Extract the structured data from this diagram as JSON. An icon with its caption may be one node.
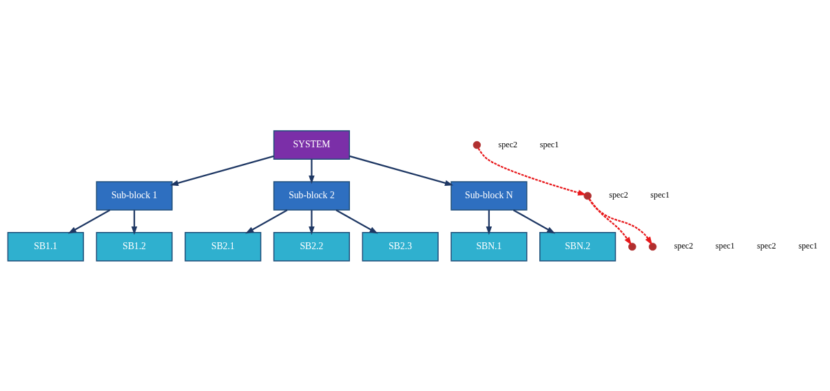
{
  "diagram": {
    "nodes": [
      {
        "text": [
          "SYSTEM"
        ]
      },
      {
        "text": [
          "Sub-block 1"
        ]
      },
      {
        "text": [
          "Sub-block 2"
        ]
      },
      {
        "text": [
          "Sub-block N"
        ]
      },
      {
        "text": [
          "SB1.1"
        ]
      },
      {
        "text": [
          "SB1.2"
        ]
      },
      {
        "text": [
          "SB2.1"
        ]
      },
      {
        "text": [
          "SB2.2"
        ]
      },
      {
        "text": [
          "SB2.3"
        ]
      },
      {
        "text": [
          "SBN.1"
        ]
      },
      {
        "text": [
          "SBN.2"
        ]
      },
      {
        "text": [],
        "shape": "circle"
      },
      {
        "text": [],
        "shape": "circle"
      },
      {
        "text": [],
        "shape": "circle"
      },
      {
        "text": [],
        "shape": "circle"
      }
    ],
    "edges": [
      {
        "from": 0,
        "to": 1,
        "arrow": "to"
      },
      {
        "from": 0,
        "to": 2,
        "arrow": "to"
      },
      {
        "from": 0,
        "to": 3,
        "arrow": "to"
      },
      {
        "from": 1,
        "to": 4,
        "arrow": "to"
      },
      {
        "from": 1,
        "to": 5,
        "arrow": "to"
      },
      {
        "from": 2,
        "to": 6,
        "arrow": "to"
      },
      {
        "from": 2,
        "to": 7,
        "arrow": "to"
      },
      {
        "from": 2,
        "to": 8,
        "arrow": "to"
      },
      {
        "from": 3,
        "to": 9,
        "arrow": "to"
      },
      {
        "from": 3,
        "to": 10,
        "arrow": "to"
      },
      {
        "from": 11,
        "to": 12,
        "arrow": "to",
        "style": "dashed",
        "color": "#e8191c"
      },
      {
        "from": 12,
        "to": 13,
        "arrow": "to",
        "style": "dashed",
        "color": "#e8191c"
      },
      {
        "from": 12,
        "to": 14,
        "arrow": "to",
        "style": "dashed",
        "color": "#e8191c"
      }
    ],
    "labels": [
      "spec2",
      "spec1",
      "spec2",
      "spec1",
      "spec2",
      "spec1",
      "spec2",
      "spec1"
    ]
  }
}
